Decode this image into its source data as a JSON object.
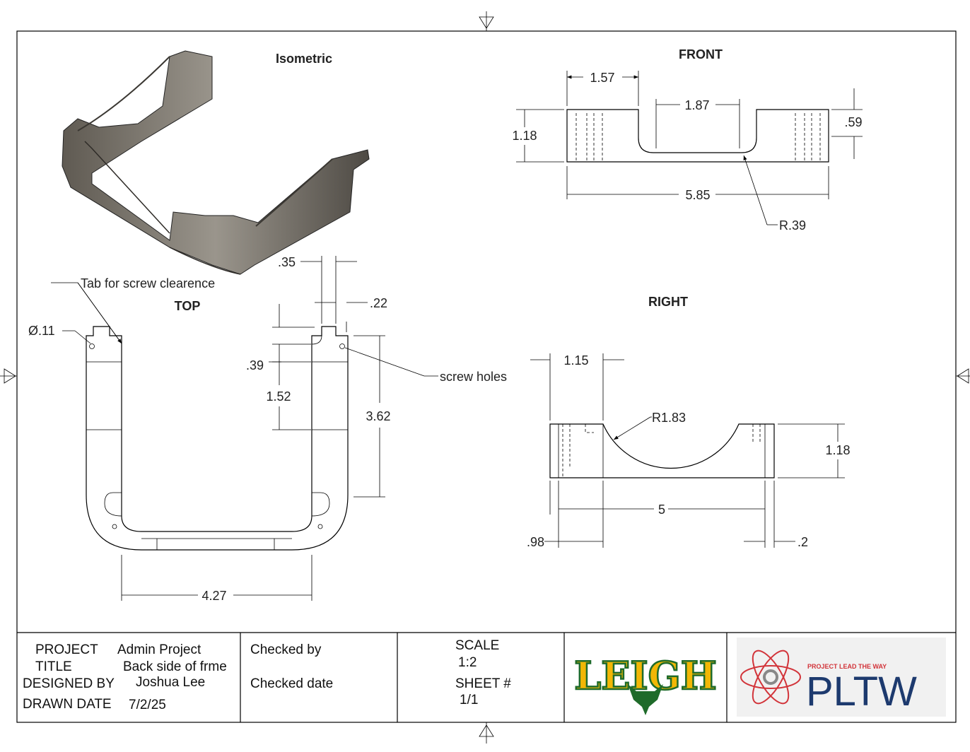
{
  "views": {
    "isometric": "Isometric",
    "front": "FRONT",
    "top": "TOP",
    "right": "RIGHT"
  },
  "front_dims": {
    "d1": "1.57",
    "d2": "1.87",
    "d3": "1.18",
    "d4": ".59",
    "d5": "5.85",
    "d6": "R.39"
  },
  "top_dims": {
    "d1": ".35",
    "d2": ".22",
    "d3": ".39",
    "d4": "1.52",
    "d5": "3.62",
    "d6": "4.27",
    "d7": "Ø.11"
  },
  "right_dims": {
    "d1": "1.15",
    "d2": "R1.83",
    "d3": "1.18",
    "d4": "5",
    "d5": ".98",
    "d6": ".2"
  },
  "notes": {
    "tab": "Tab for screw clearence",
    "holes": "screw holes"
  },
  "title_block": {
    "project_label": "PROJECT",
    "project_value": "Admin Project",
    "title_label": "TITLE",
    "title_value": "Back side of frme",
    "designed_label": "DESIGNED BY",
    "designed_value": "Joshua Lee",
    "drawn_label": "DRAWN DATE",
    "drawn_value": "7/2/25",
    "checked_by": "Checked by",
    "checked_date": "Checked date",
    "scale_label": "SCALE",
    "scale_value": "1:2",
    "sheet_label": "SHEET #",
    "sheet_value": "1/1"
  },
  "logos": {
    "leigh": "LEIGH",
    "pltw_small": "PROJECT LEAD THE WAY",
    "pltw": "PLTW"
  },
  "colors": {
    "leigh_yellow": "#f2b705",
    "leigh_green": "#1f6b2a",
    "pltw_blue": "#1d3a6e",
    "pltw_red": "#d2343a"
  }
}
